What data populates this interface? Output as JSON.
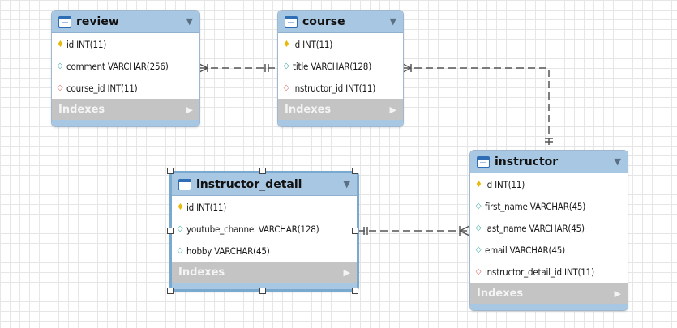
{
  "colors": {
    "header": "#a8c7e2",
    "indexes_bar": "#c4c4c4",
    "connector": "#555555",
    "key": "#e8b90a",
    "fk": "#d46a6a",
    "attr": "#3ba7a0"
  },
  "entities": [
    {
      "id": "review",
      "title": "review",
      "columns": [
        {
          "icon": "primary-key-icon",
          "text": "id INT(11)"
        },
        {
          "icon": "attribute-icon",
          "text": "comment VARCHAR(256)"
        },
        {
          "icon": "foreign-key-icon",
          "text": "course_id INT(11)"
        }
      ],
      "indexes_label": "Indexes"
    },
    {
      "id": "course",
      "title": "course",
      "columns": [
        {
          "icon": "primary-key-icon",
          "text": "id INT(11)"
        },
        {
          "icon": "attribute-icon",
          "text": "title VARCHAR(128)"
        },
        {
          "icon": "foreign-key-icon",
          "text": "instructor_id INT(11)"
        }
      ],
      "indexes_label": "Indexes"
    },
    {
      "id": "instructor",
      "title": "instructor",
      "columns": [
        {
          "icon": "primary-key-icon",
          "text": "id INT(11)"
        },
        {
          "icon": "attribute-icon",
          "text": "first_name VARCHAR(45)"
        },
        {
          "icon": "attribute-icon",
          "text": "last_name VARCHAR(45)"
        },
        {
          "icon": "attribute-icon",
          "text": "email VARCHAR(45)"
        },
        {
          "icon": "foreign-key-icon",
          "text": "instructor_detail_id INT(11)"
        }
      ],
      "indexes_label": "Indexes"
    },
    {
      "id": "instructor_detail",
      "title": "instructor_detail",
      "columns": [
        {
          "icon": "primary-key-icon",
          "text": "id INT(11)"
        },
        {
          "icon": "attribute-icon",
          "text": "youtube_channel VARCHAR(128)"
        },
        {
          "icon": "attribute-icon",
          "text": "hobby VARCHAR(45)"
        }
      ],
      "indexes_label": "Indexes"
    }
  ],
  "relationships": [
    {
      "from": "review",
      "to": "course",
      "from_end": "many",
      "to_end": "one"
    },
    {
      "from": "course",
      "to": "instructor",
      "from_end": "many",
      "to_end": "one"
    },
    {
      "from": "instructor",
      "to": "instructor_detail",
      "from_end": "many",
      "to_end": "one"
    }
  ]
}
